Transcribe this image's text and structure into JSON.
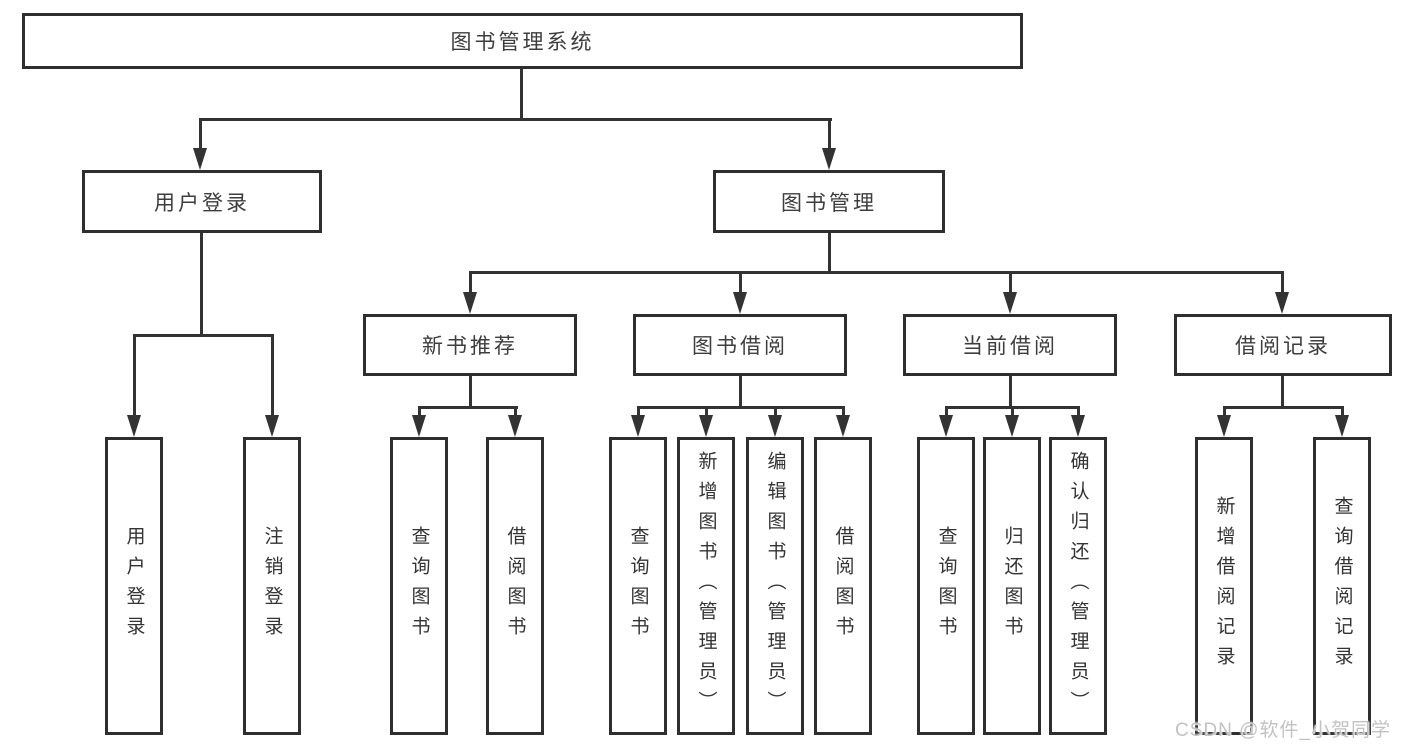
{
  "diagram_title": "图书管理系统",
  "watermark": "CSDN @软件_小贺同学",
  "colors": {
    "background": "#ffffff",
    "box_border": "#2e2e2e",
    "line": "#333333",
    "text": "#3d3d3d",
    "watermark": "#c2c2c2"
  },
  "nodes": {
    "root": "图书管理系统",
    "level2": {
      "user_login": "用户登录",
      "book_mgmt": "图书管理"
    },
    "level3": {
      "new_books": "新书推荐",
      "book_borrow": "图书借阅",
      "current_borrow": "当前借阅",
      "borrow_records": "借阅记录"
    },
    "leaves": {
      "login_user_login": "用户登录",
      "login_logout": "注销登录",
      "new_query_books": "查询图书",
      "new_borrow_books": "借阅图书",
      "borrow_query_books": "查询图书",
      "borrow_add_books": "新增图书（管理员）",
      "borrow_edit_books": "编辑图书（管理员）",
      "borrow_borrow_books": "借阅图书",
      "current_query_books": "查询图书",
      "current_return_books": "归还图书",
      "current_confirm_return": "确认归还（管理员）",
      "records_add_record": "新增借阅记录",
      "records_query_record": "查询借阅记录"
    }
  }
}
